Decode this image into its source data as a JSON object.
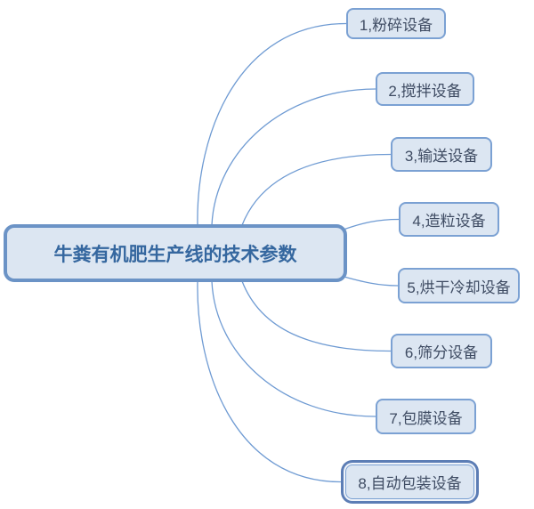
{
  "diagram": {
    "type": "mindmap",
    "central": {
      "label": "牛粪有机肥生产线的技术参数"
    },
    "branches": [
      {
        "id": 1,
        "label": "1,粉碎设备",
        "selected": false
      },
      {
        "id": 2,
        "label": "2,搅拌设备",
        "selected": false
      },
      {
        "id": 3,
        "label": "3,输送设备",
        "selected": false
      },
      {
        "id": 4,
        "label": "4,造粒设备",
        "selected": false
      },
      {
        "id": 5,
        "label": "5,烘干冷却设备",
        "selected": false
      },
      {
        "id": 6,
        "label": "6,筛分设备",
        "selected": false
      },
      {
        "id": 7,
        "label": "7,包膜设备",
        "selected": false
      },
      {
        "id": 8,
        "label": "8,自动包装设备",
        "selected": true
      }
    ],
    "colors": {
      "node_fill": "#dce6f2",
      "node_border": "#7ba1d3",
      "central_border": "#6b93c6",
      "central_text": "#35679f",
      "branch_text": "#3f4c63",
      "connector": "#6f9bd3",
      "selected_outline": "#5c7db5"
    }
  }
}
